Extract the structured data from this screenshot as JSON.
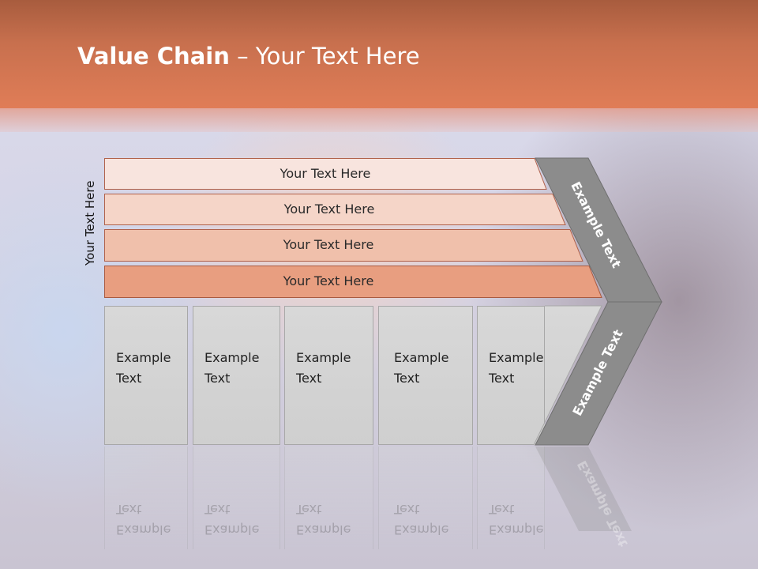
{
  "title": {
    "bold": "Value Chain",
    "rest": " – Your Text Here"
  },
  "side_label": "Your Text Here",
  "bars": [
    {
      "label": "Your Text Here",
      "color": "#f8e4de"
    },
    {
      "label": "Your Text Here",
      "color": "#f5d5c8"
    },
    {
      "label": "Your Text Here",
      "color": "#f0c0ab"
    },
    {
      "label": "Your Text Here",
      "color": "#e89e80"
    }
  ],
  "cells": [
    {
      "label": "Example\nText"
    },
    {
      "label": "Example\nText"
    },
    {
      "label": "Example\nText"
    },
    {
      "label": "Example\nText"
    },
    {
      "label": "Example\nText"
    }
  ],
  "chevron_top": {
    "label": "Example Text",
    "color": "#8c8c8c"
  },
  "chevron_bottom": {
    "label": "Example Text",
    "color": "#8c8c8c"
  },
  "colors": {
    "header": "#e07d57",
    "cell_fill": "#d4d4d4"
  }
}
